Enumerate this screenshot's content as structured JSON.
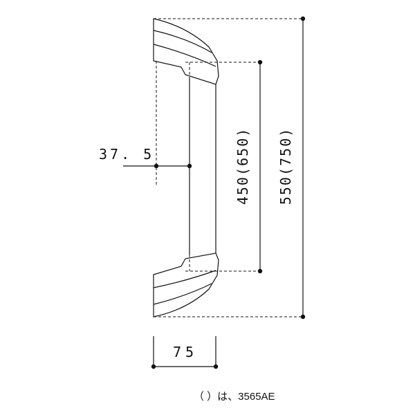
{
  "dimensions": {
    "offset": "37. 5",
    "inner_length": "450(650)",
    "overall_length": "550(750)",
    "base_width": "75"
  },
  "note": "（ ）は、3565AE",
  "colors": {
    "line": "#111111",
    "background": "#ffffff"
  }
}
